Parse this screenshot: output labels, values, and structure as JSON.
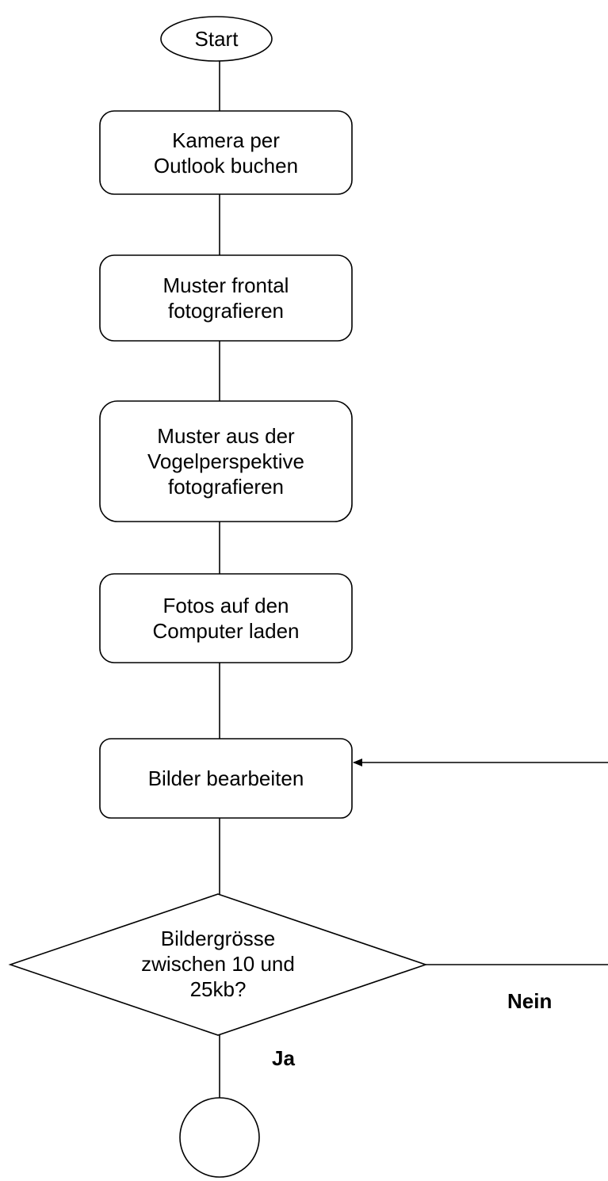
{
  "flowchart": {
    "start": {
      "text": "Start"
    },
    "steps": [
      {
        "text": "Kamera per\nOutlook buchen"
      },
      {
        "text": "Muster frontal\nfotografieren"
      },
      {
        "text": "Muster aus der\nVogelperspektive\nfotografieren"
      },
      {
        "text": "Fotos auf den\nComputer laden"
      },
      {
        "text": "Bilder bearbeiten"
      }
    ],
    "decision": {
      "text": "Bildergrösse\nzwischen 10 und\n25kb?"
    },
    "edges": {
      "yes": "Ja",
      "no": "Nein"
    }
  }
}
